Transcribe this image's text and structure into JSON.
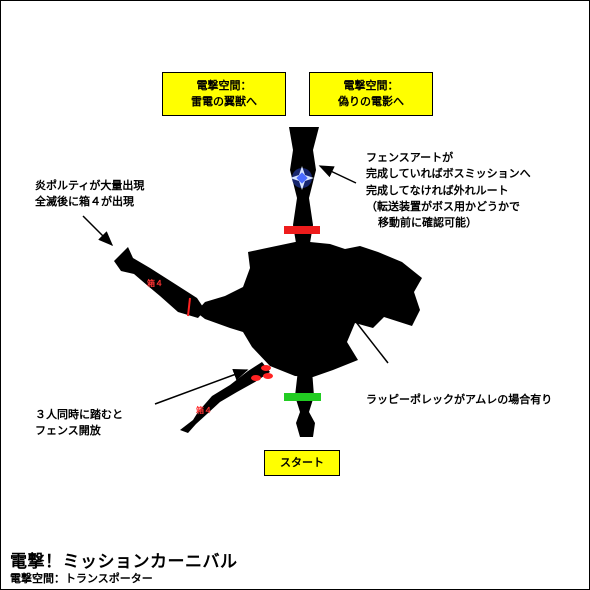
{
  "destinations": {
    "left": [
      "電撃空間：",
      "雷電の翼獣へ"
    ],
    "right": [
      "電撃空間：",
      "偽りの電影へ"
    ]
  },
  "start_label": "スタート",
  "notes": {
    "fence_art": [
      "フェンスアートが",
      "完成していればボスミッションへ",
      "完成してなければ外れルート",
      "（転送装置がボス用かどうかで",
      "移動前に確認可能）"
    ],
    "flame": [
      "炎ポルティが大量出現",
      "全滅後に箱４が出現"
    ],
    "three_people": [
      "３人同時に踏むと",
      "フェンス開放"
    ],
    "rappy": [
      "ラッピーポレックがアムレの場合有り"
    ]
  },
  "box_labels": [
    "箱４",
    "箱４"
  ],
  "title": "電撃！ミッションカーニバル",
  "subtitle": "電撃空間：トランスポーター",
  "colors": {
    "accent_yellow": "#ffff00",
    "gate_red": "#ee1c1c",
    "gate_green": "#22cc22",
    "marker_red": "#ff2222",
    "teleporter": "#4a6bff"
  }
}
